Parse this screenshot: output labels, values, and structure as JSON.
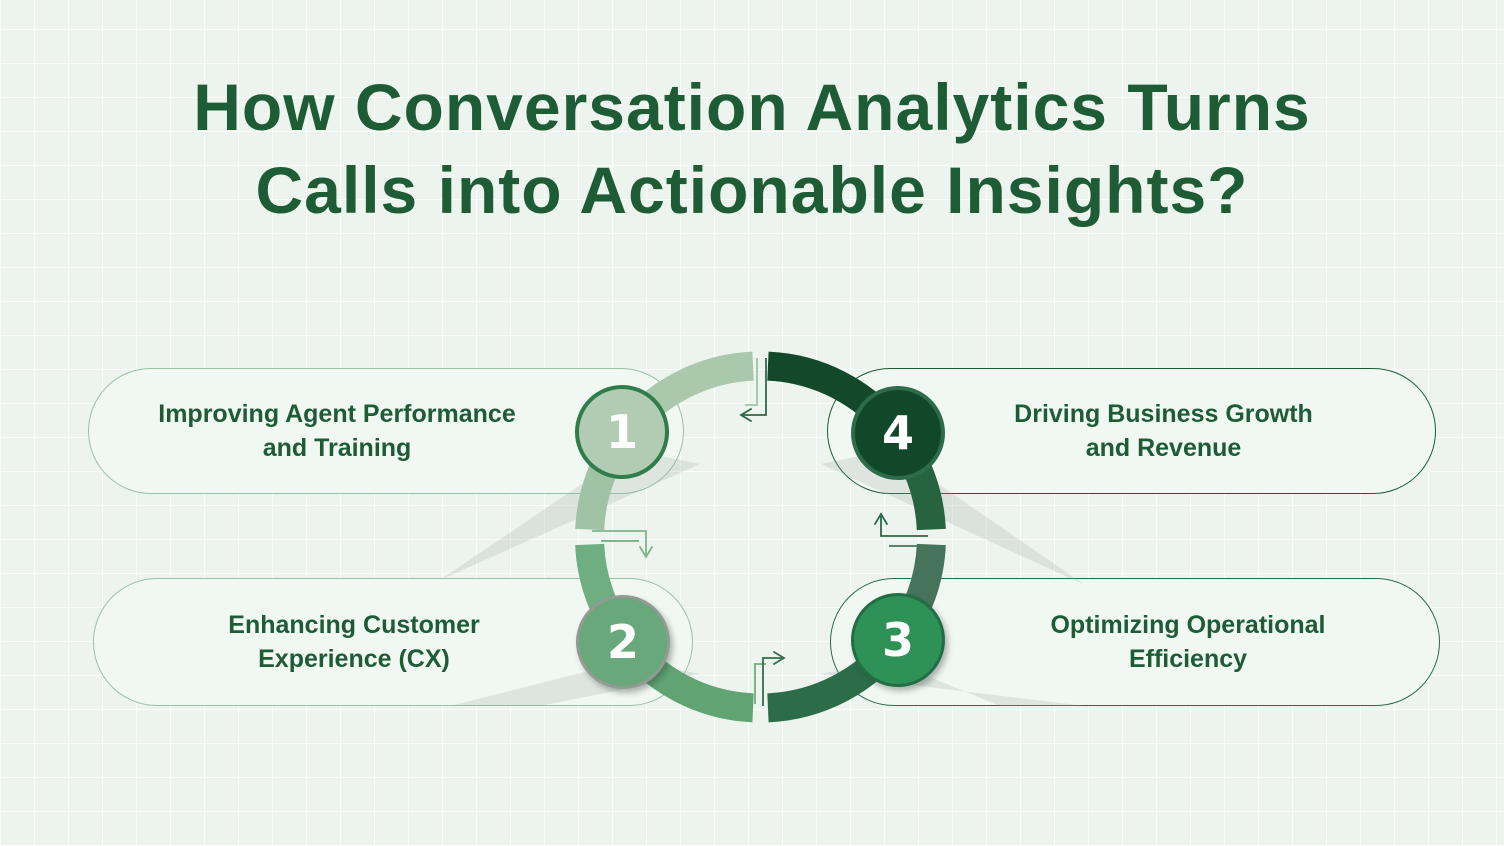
{
  "theme": {
    "page_bg": "#edf3ed",
    "grid_line": "rgba(255,255,255,0.7)",
    "card_bg": "#f1f7f1",
    "title_color": "#1d5c35",
    "label_color": "#1e5c38",
    "number_color": "#ffffff"
  },
  "title": {
    "line1": "How Conversation Analytics Turns",
    "line2": "Calls into Actionable Insights?"
  },
  "steps": [
    {
      "number": "1",
      "label_line1": "Improving Agent Performance",
      "label_line2": "and Training",
      "circle_fill": "#b2ccb4",
      "circle_border": "#2e7d4b",
      "card_border": "#9dc0a5"
    },
    {
      "number": "2",
      "label_line1": "Enhancing Customer",
      "label_line2": "Experience (CX)",
      "circle_fill": "#68a87b",
      "circle_border": "#919b94",
      "card_border": "#9dc0a5"
    },
    {
      "number": "3",
      "label_line1": "Optimizing Operational",
      "label_line2": "Efficiency",
      "circle_fill": "#2e9155",
      "circle_border": "#236d45",
      "card_border": "#2a6b47"
    },
    {
      "number": "4",
      "label_line1": "Driving Business Growth",
      "label_line2": "and Revenue",
      "circle_fill": "#12482a",
      "circle_border": "#2d6b49",
      "card_border": "#1e5c38"
    }
  ],
  "diagram": {
    "ring_segments": [
      {
        "from": 182.5,
        "to": 218,
        "color": "#a0c3a5"
      },
      {
        "from": 218,
        "to": 267.5,
        "color": "#a9c8ac"
      },
      {
        "from": 272.5,
        "to": 322,
        "color": "#14482a"
      },
      {
        "from": 322,
        "to": 357.5,
        "color": "#27633f"
      },
      {
        "from": 2.5,
        "to": 37,
        "color": "#45745a"
      },
      {
        "from": 37,
        "to": 87.5,
        "color": "#2d6c48"
      },
      {
        "from": 92.5,
        "to": 143,
        "color": "#60a473"
      },
      {
        "from": 143,
        "to": 177.5,
        "color": "#6fae80"
      }
    ],
    "arrow_colors": {
      "dark": "#2a6b47",
      "light": "#9fc3a4",
      "mid": "#6fae80",
      "medium_green": "#7fb48c",
      "muted": "#46745a"
    },
    "shadow_color": "rgba(150,167,153,0.22)"
  }
}
